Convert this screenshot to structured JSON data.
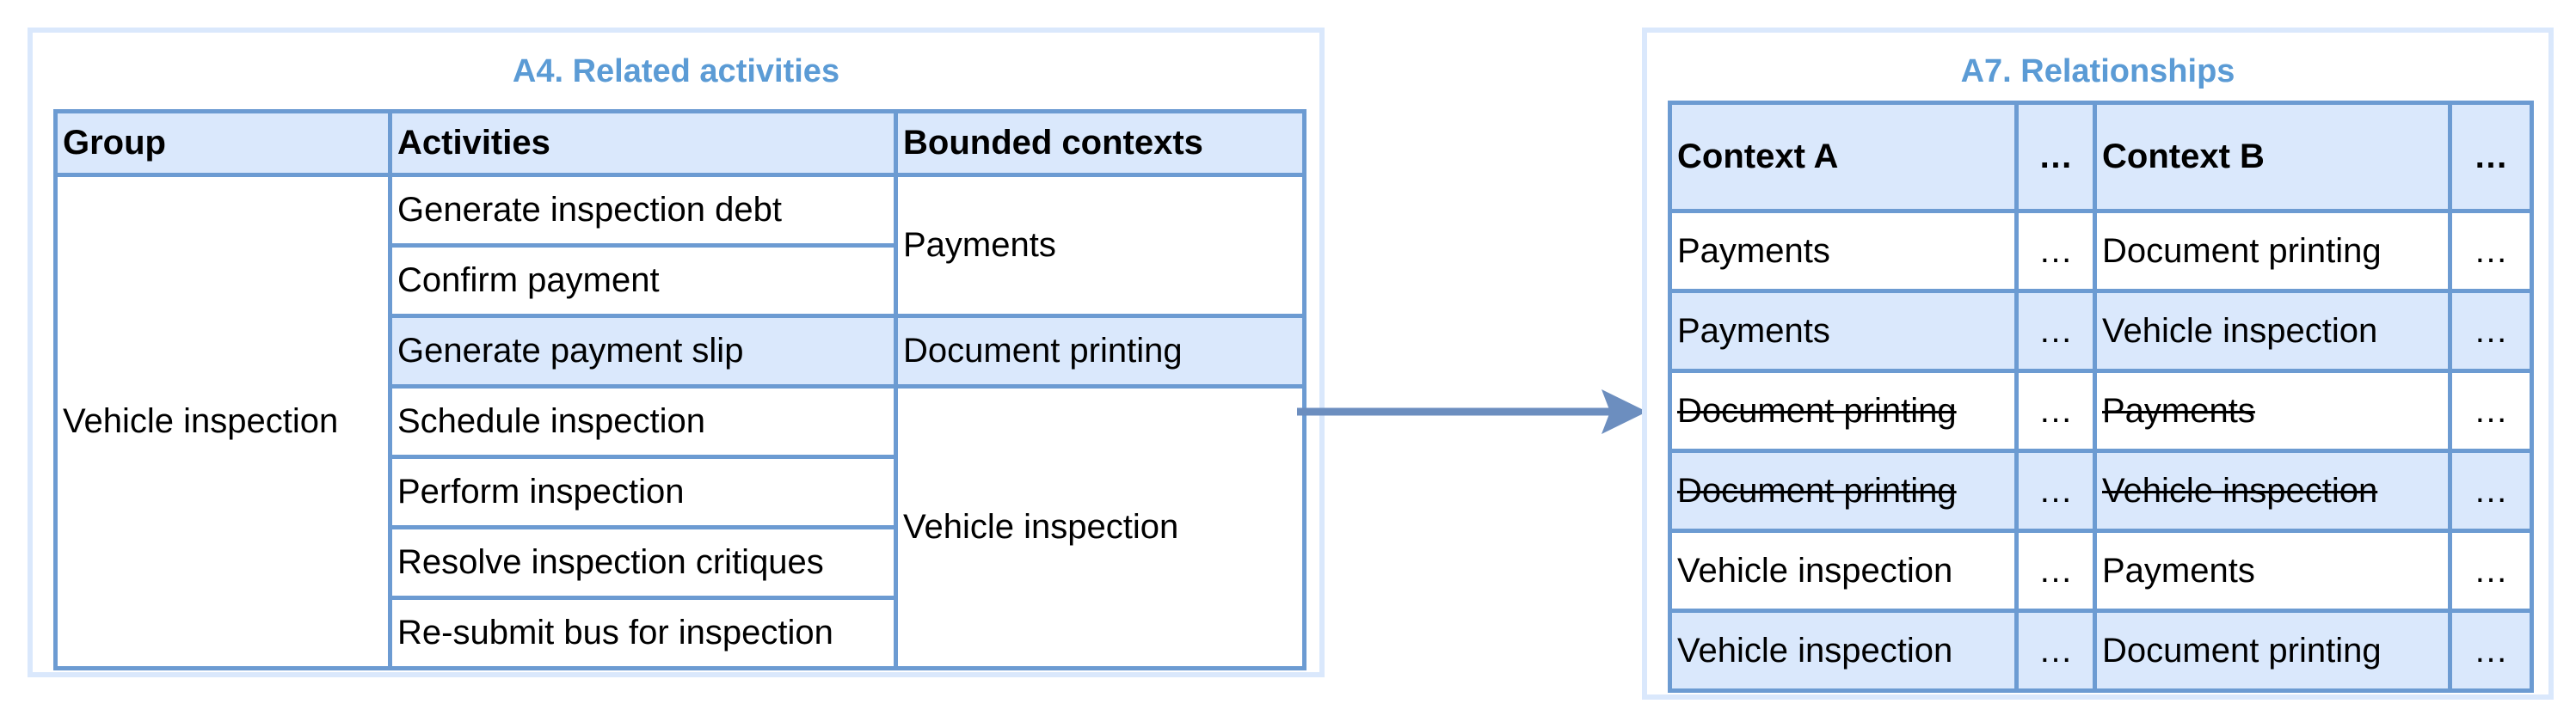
{
  "left_panel": {
    "title": "A4. Related activities",
    "headers": [
      "Group",
      "Activities",
      "Bounded contexts"
    ],
    "group": "Vehicle inspection",
    "activities": [
      "Generate inspection debt",
      "Confirm payment",
      "Generate payment slip",
      "Schedule inspection",
      "Perform inspection",
      "Resolve inspection critiques",
      "Re-submit bus for inspection"
    ],
    "contexts": [
      "Payments",
      "Document printing",
      "Vehicle inspection"
    ]
  },
  "right_panel": {
    "title": "A7. Relationships",
    "headers": [
      "Context A",
      "…",
      "Context B",
      "…"
    ],
    "rows": [
      {
        "a": "Payments",
        "b": "Document printing",
        "ell": "…",
        "struck": false
      },
      {
        "a": "Payments",
        "b": "Vehicle inspection",
        "ell": "…",
        "struck": false
      },
      {
        "a": "Document printing",
        "b": "Payments",
        "ell": "…",
        "struck": true
      },
      {
        "a": "Document printing",
        "b": "Vehicle inspection",
        "ell": "…",
        "struck": true
      },
      {
        "a": "Vehicle inspection",
        "b": "Payments",
        "ell": "…",
        "struck": false
      },
      {
        "a": "Vehicle inspection",
        "b": "Document printing",
        "ell": "…",
        "struck": false
      }
    ]
  },
  "colors": {
    "border": "#6c9bd2",
    "header_fill": "#dae8fc",
    "title": "#5b9bd5",
    "arrow": "#6c8ebf"
  }
}
